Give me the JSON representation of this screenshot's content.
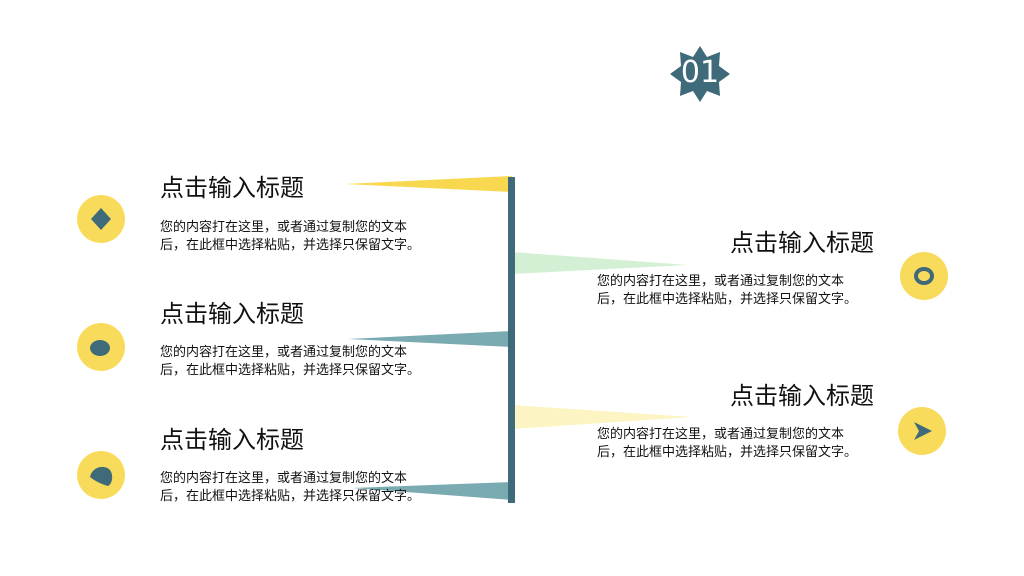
{
  "badge": {
    "number": "01"
  },
  "items": [
    {
      "title": "点击输入标题",
      "body": "您的内容打在这里，或者通过复制您的文本后，在此框中选择粘贴，并选择只保留文字。"
    },
    {
      "title": "点击输入标题",
      "body": "您的内容打在这里，或者通过复制您的文本后，在此框中选择粘贴，并选择只保留文字。"
    },
    {
      "title": "点击输入标题",
      "body": "您的内容打在这里，或者通过复制您的文本后，在此框中选择粘贴，并选择只保留文字。"
    },
    {
      "title": "点击输入标题",
      "body": "您的内容打在这里，或者通过复制您的文本后，在此框中选择粘贴，并选择只保留文字。"
    },
    {
      "title": "点击输入标题",
      "body": "您的内容打在这里，或者通过复制您的文本后，在此框中选择粘贴，并选择只保留文字。"
    }
  ],
  "icons": [
    "diamond-icon",
    "ellipse-icon",
    "leaf-icon",
    "ring-icon",
    "arrow-icon"
  ],
  "colors": {
    "accent_yellow": "#f8db5b",
    "accent_teal": "#3f6a7a",
    "light_teal": "#7aaab2",
    "light_green": "#d3f0d5",
    "light_yellow": "#fdf4c4"
  }
}
